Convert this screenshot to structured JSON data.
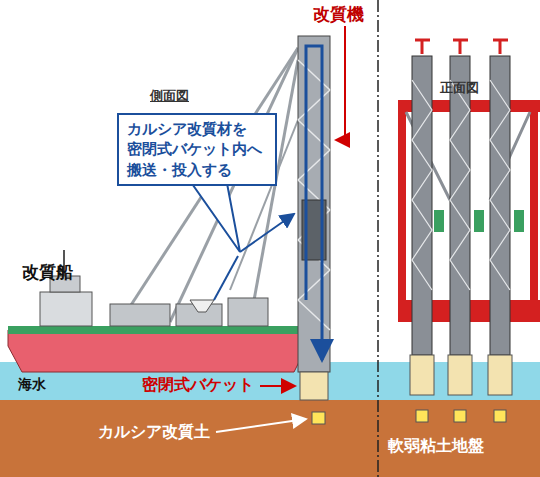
{
  "diagram": {
    "nodes": [
      {
        "text": [
          "カルシア改質材を 密閉式バケット内へ 搬送・投入する"
        ]
      }
    ],
    "labels": [
      "改質機",
      "側面図",
      "正面図",
      "改質船",
      "海水",
      "密閉式バケット",
      "カルシア改質土",
      "軟弱粘土地盤"
    ]
  }
}
